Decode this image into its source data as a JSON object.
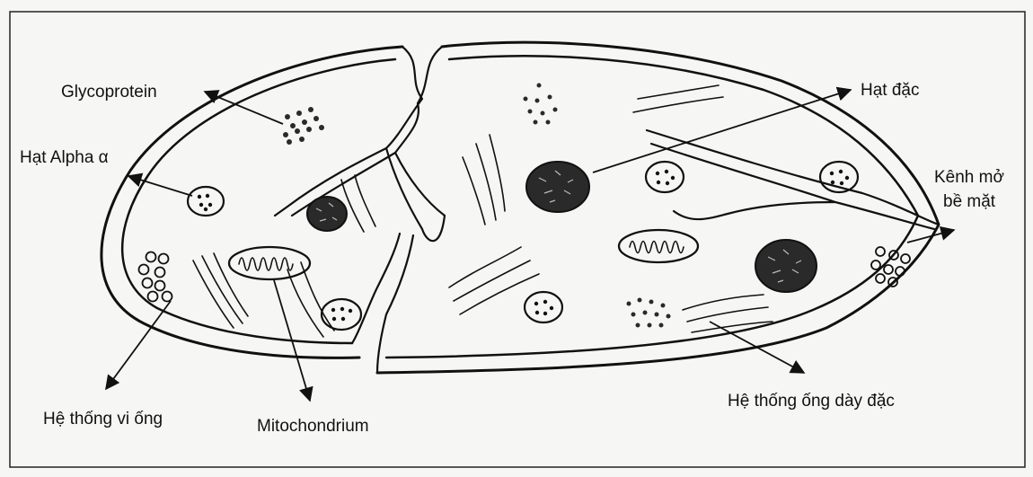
{
  "labels": {
    "glycoprotein": "Glycoprotein",
    "alpha_granule": "Hạt Alpha α",
    "dense_granule": "Hạt đặc",
    "open_canalicular_line1": "Kênh mở",
    "open_canalicular_line2": "bề mặt",
    "microtubule_system": "Hệ thống vi ống",
    "mitochondrion": "Mitochondrium",
    "dense_tubular_system": "Hệ thống ống dày đặc"
  },
  "colors": {
    "ink": "#111111",
    "paper": "#f6f6f4",
    "granule_fill": "#2a2a2a"
  }
}
